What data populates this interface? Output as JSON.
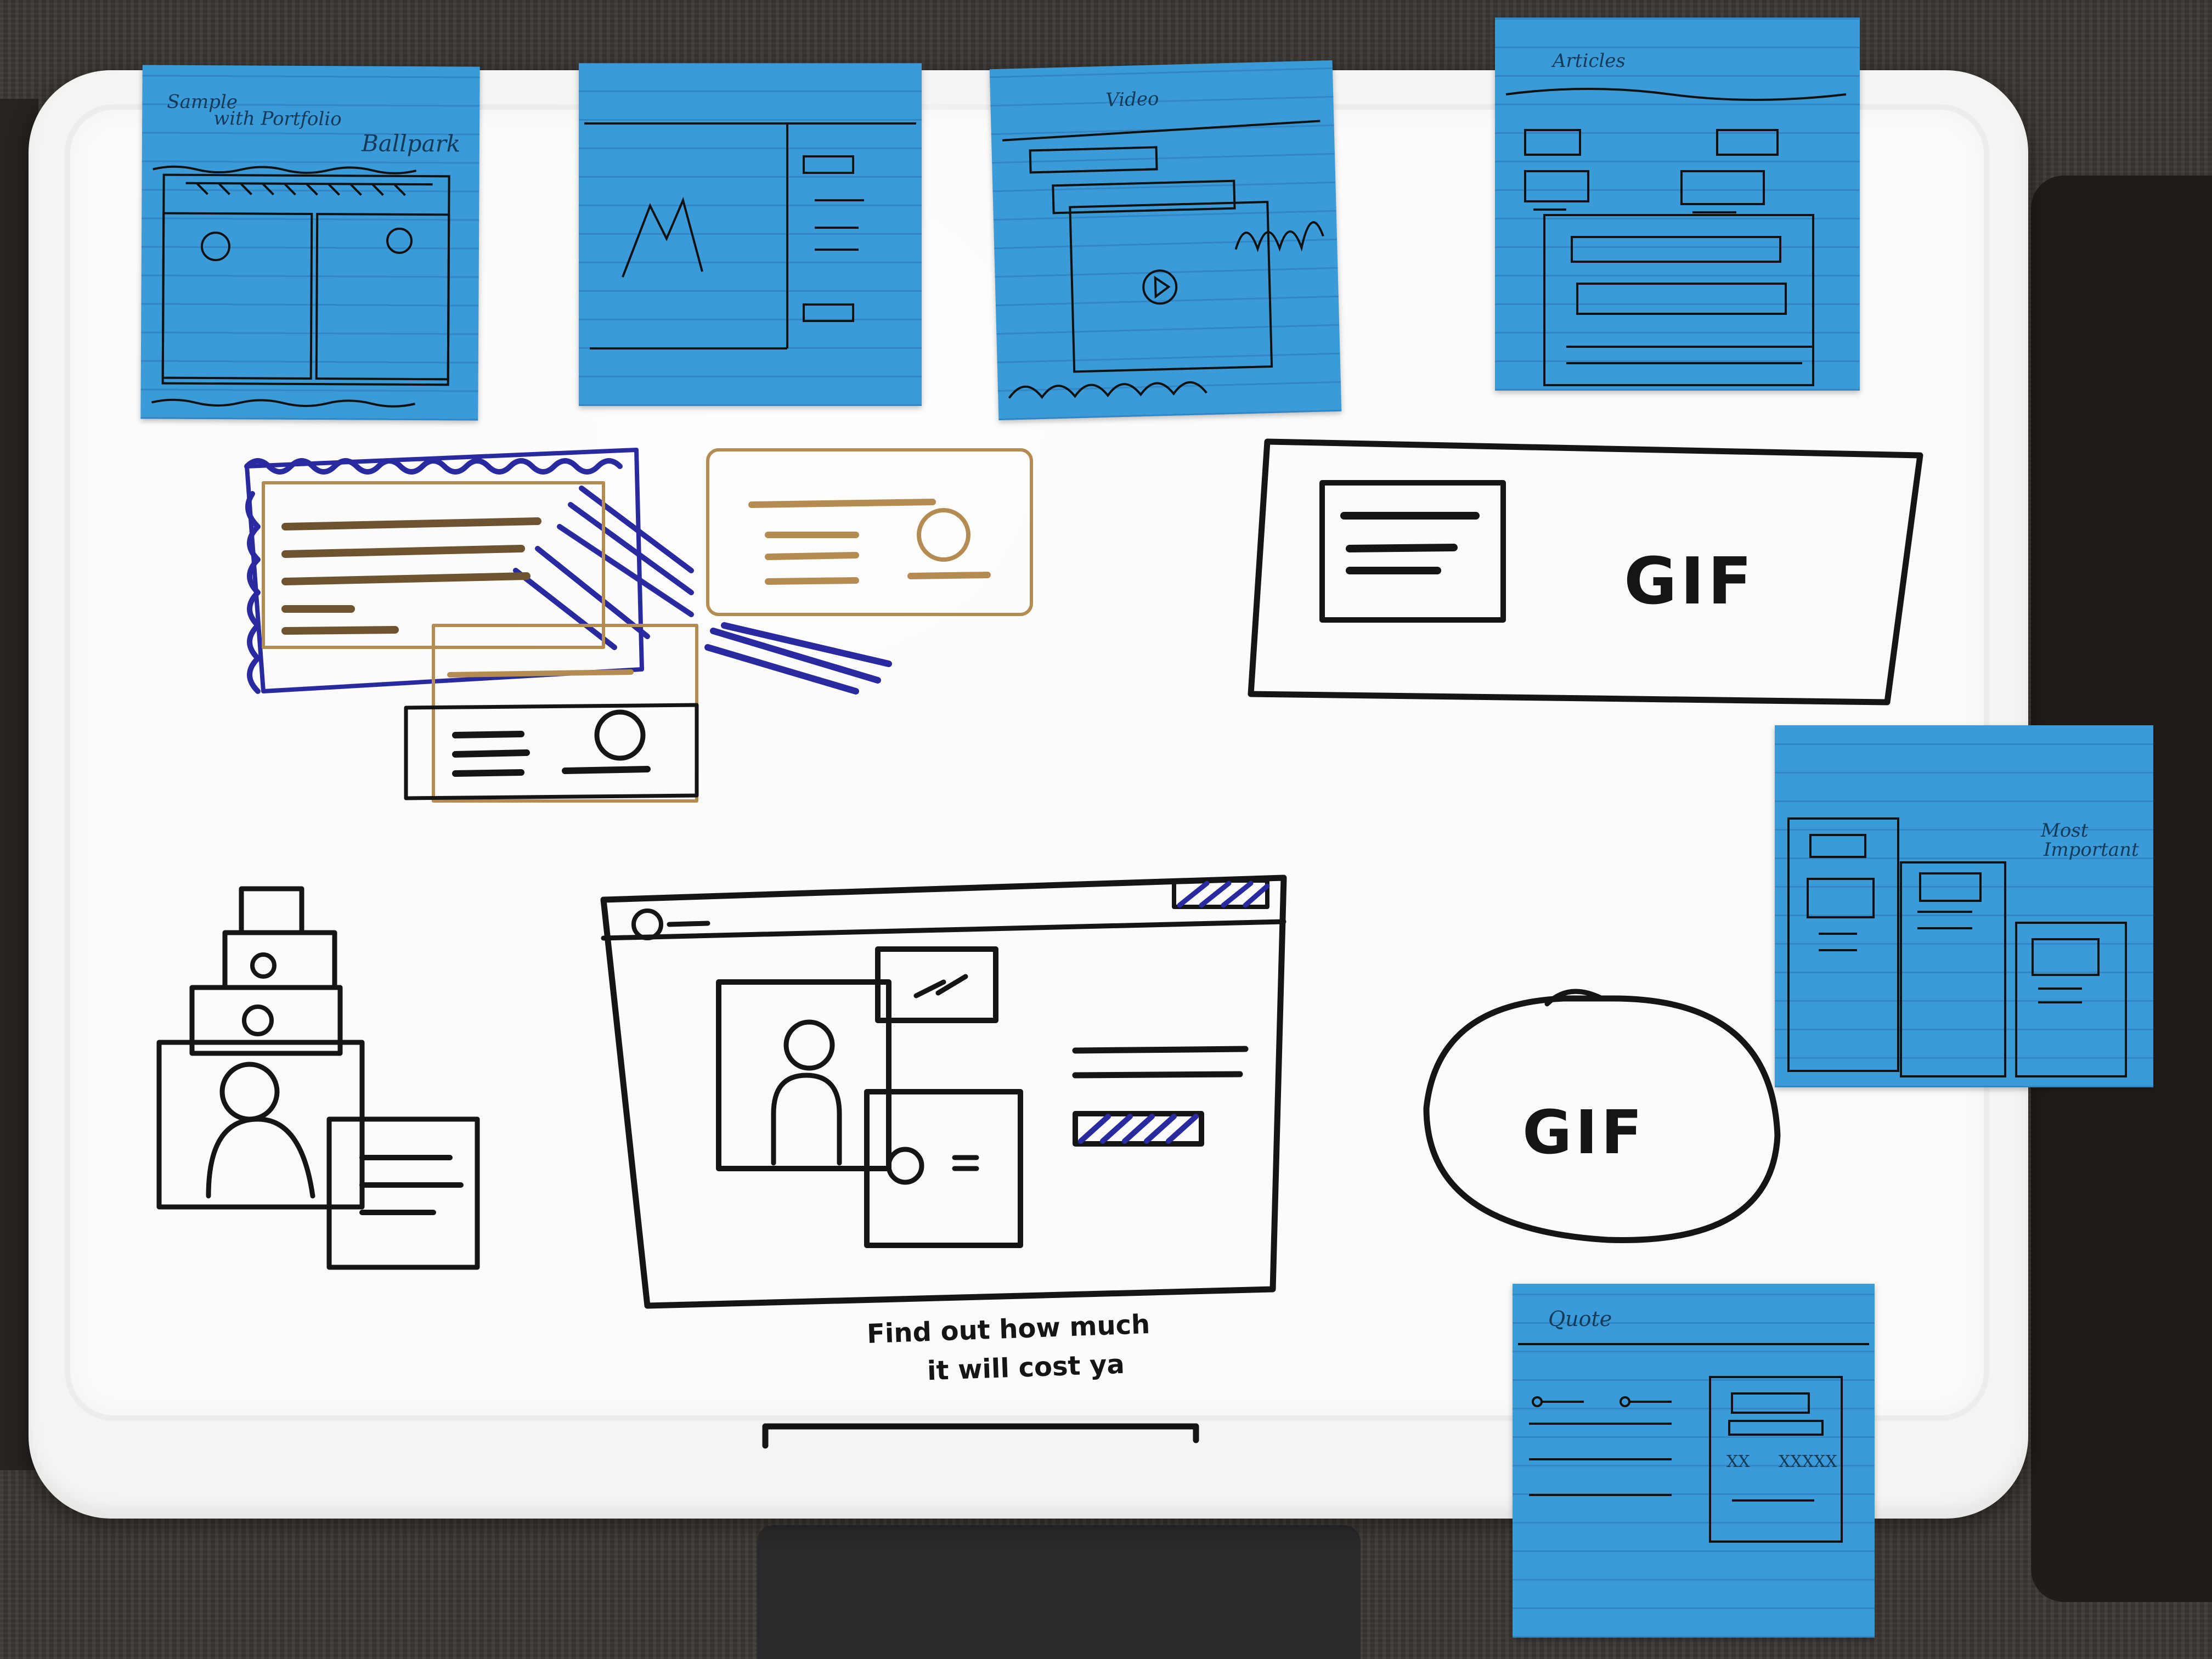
{
  "scene": "whiteboard with sticky notes and UI sketches",
  "sticky_notes": {
    "sample": {
      "line1": "Sample",
      "line2": "with Portfolio",
      "line3": "Ballpark"
    },
    "video": {
      "label": "Video"
    },
    "articles": {
      "label": "Articles"
    },
    "most_important": {
      "line1": "Most",
      "line2": "Important"
    },
    "quote": {
      "label": "Quote",
      "price_left": "XX",
      "price_right": "XXXXX"
    }
  },
  "whiteboard": {
    "gif_banner_label": "GIF",
    "gif_circle_label": "GIF",
    "caption_line1": "Find out how much",
    "caption_line2": "it will cost ya"
  },
  "colors": {
    "sticky": "#3a9bd8",
    "marker_black": "#151515",
    "marker_blue": "#2a2aa0",
    "marker_brown": "#b48c52",
    "board": "#fbfbfa",
    "frame": "#f4f4f2"
  }
}
